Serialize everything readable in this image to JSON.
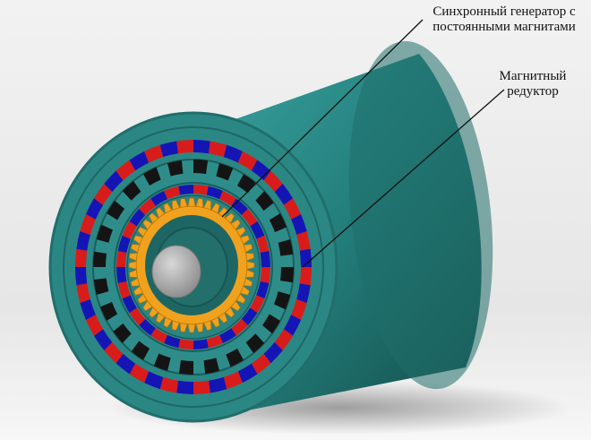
{
  "labels": {
    "generator": {
      "line1": "Синхронный генератор с",
      "line2": "постоянными магнитами"
    },
    "reducer": {
      "line1": "Магнитный",
      "line2": "редуктор"
    }
  },
  "colors": {
    "housing": "#2e8d8a",
    "magnet_red": "#d81c1c",
    "magnet_blue": "#1515b5",
    "pole_dark": "#141414",
    "gear": "#f0a21e",
    "shaft": "#a9a9a9"
  },
  "rings": {
    "outer_magnets": 44,
    "pole_pieces": 24,
    "inner_magnets": 32,
    "gear_teeth": 44
  }
}
